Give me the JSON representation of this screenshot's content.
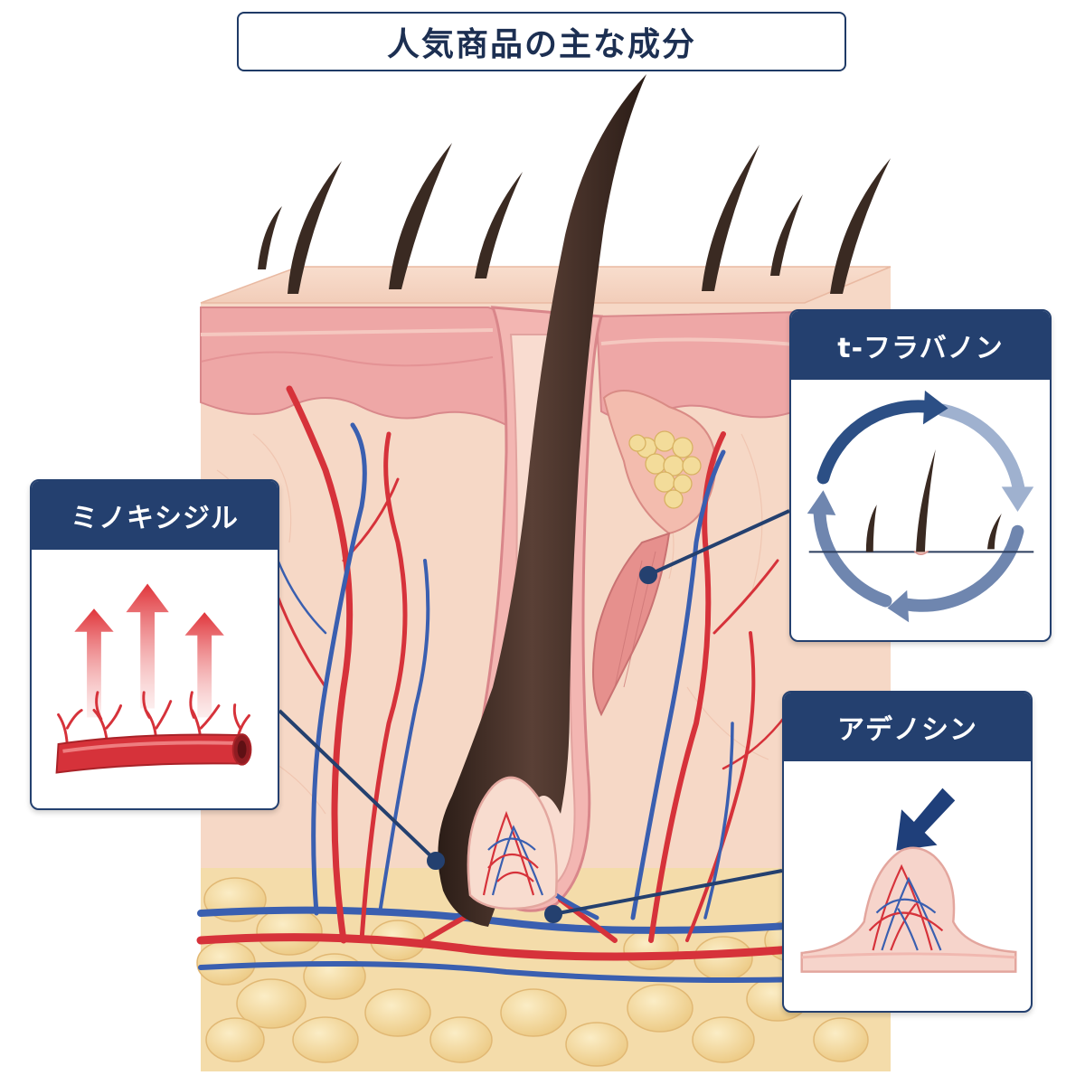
{
  "title": "人気商品の主な成分",
  "callouts": {
    "minoxidil": {
      "label": "ミノキシジル",
      "icon": "blood-flow-arrows-icon"
    },
    "t_flavanone": {
      "label": "t-フラバノン",
      "icon": "hair-cycle-icon"
    },
    "adenosine": {
      "label": "アデノシン",
      "icon": "dermal-papilla-arrow-icon"
    }
  },
  "colors": {
    "navy": "#24406f",
    "artery": "#d6323a",
    "vein": "#3a5fb0",
    "hair": "#3b2a22",
    "skin": "#f6d9c8",
    "epidermis": "#e58a8f",
    "fat": "#f3d9a2"
  }
}
